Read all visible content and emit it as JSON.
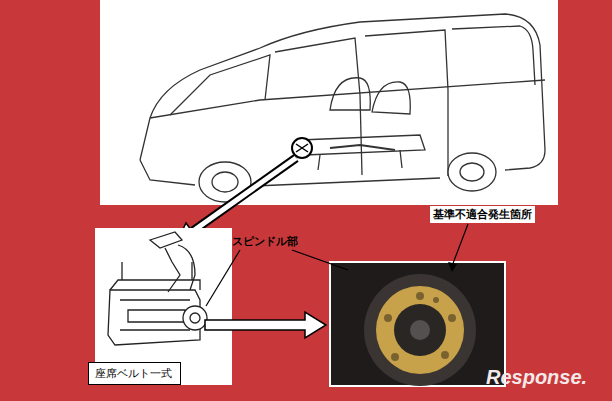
{
  "diagram": {
    "nodes": [
      {
        "text": [
          "座席ベルト一式"
        ]
      }
    ],
    "labels": [
      "スピンドル部",
      "基準不適合発生箇所",
      "Response."
    ]
  }
}
